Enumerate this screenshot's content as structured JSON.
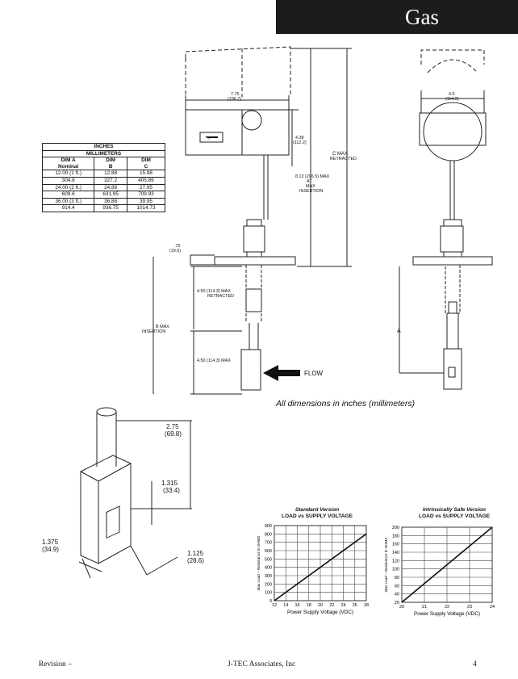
{
  "header": {
    "section": "Gas"
  },
  "table": {
    "header_units": [
      "INCHES",
      "MILLIMETERS"
    ],
    "columns": [
      [
        "DIM A",
        "Nominal"
      ],
      [
        "DIM",
        "B"
      ],
      [
        "DIM",
        "C"
      ]
    ],
    "rows": [
      [
        "12.00 (1 ft.)",
        "12.88",
        "15.98"
      ],
      [
        "304.8",
        "327.2",
        "405.89"
      ],
      [
        "24.00 (2 ft.)",
        "24.88",
        "27.95"
      ],
      [
        "609.6",
        "631.95",
        "709.93"
      ],
      [
        "36.00 (3 ft.)",
        "36.88",
        "39.95"
      ],
      [
        "914.4",
        "936.75",
        "1014.73"
      ]
    ]
  },
  "drawing_labels": {
    "width_top": "7.75",
    "width_top_mm": "(196.7)",
    "height_head": "4.38",
    "height_head_mm": "(112.2)",
    "c_max": "C MAX",
    "retracted": "RETRACTED",
    "max_insertion_1": "8.13 (206.5) MAX",
    "max_insertion_2": "AT",
    "max_insertion_3": "MAX",
    "max_insertion_4": "INSERTION",
    "flange": ".75",
    "flange_mm": "(19.0)",
    "retracted_1": "4.50 (114.3) MAX",
    "retracted_2": "RETRACTED",
    "b_max": "B MAX",
    "b_insertion": "INSERTION",
    "tip": "4.50 (114.3) MAX",
    "flow": "FLOW",
    "side_width": "4.5",
    "side_width_mm": "(114.2)",
    "a": "A"
  },
  "caption": "All dimensions in inches (millimeters)",
  "sensor_labels": {
    "d1": "2.75",
    "d1_mm": "(69.8)",
    "d2": "1.315",
    "d2_mm": "(33.4)",
    "d3": "1.375",
    "d3_mm": "(34.9)",
    "d4": "1.125",
    "d4_mm": "(28.6)"
  },
  "chart_data": [
    {
      "type": "line",
      "subtitle": "Standard Version",
      "title": "LOAD vs SUPPLY VOLTAGE",
      "xlabel": "Power Supply Voltage (VDC)",
      "ylabel": "Max Load – Resistance in OHMS",
      "x_ticks": [
        "12",
        "14",
        "16",
        "18",
        "20",
        "22",
        "24",
        "26",
        "28"
      ],
      "y_ticks": [
        "0",
        "100",
        "200",
        "300",
        "400",
        "500",
        "600",
        "700",
        "800",
        "900"
      ],
      "xlim": [
        12,
        28
      ],
      "ylim": [
        0,
        900
      ],
      "grid": true,
      "series": [
        {
          "x": [
            12,
            28
          ],
          "y": [
            0,
            800
          ]
        }
      ]
    },
    {
      "type": "line",
      "subtitle": "Intrinsically Safe Version",
      "title": "LOAD vs SUPPLY VOLTAGE",
      "xlabel": "Power Supply Voltage (VDC)",
      "ylabel": "Max Load – Resistance in OHMS",
      "x_ticks": [
        "20",
        "21",
        "22",
        "23",
        "24"
      ],
      "y_ticks": [
        "20",
        "40",
        "60",
        "80",
        "100",
        "120",
        "140",
        "160",
        "180",
        "200"
      ],
      "xlim": [
        20,
        24
      ],
      "ylim": [
        20,
        200
      ],
      "grid": true,
      "series": [
        {
          "x": [
            20,
            24
          ],
          "y": [
            20,
            200
          ]
        }
      ]
    }
  ],
  "footer": {
    "left": "Revision –",
    "center": "J-TEC Associates, Inc",
    "page": "4"
  }
}
